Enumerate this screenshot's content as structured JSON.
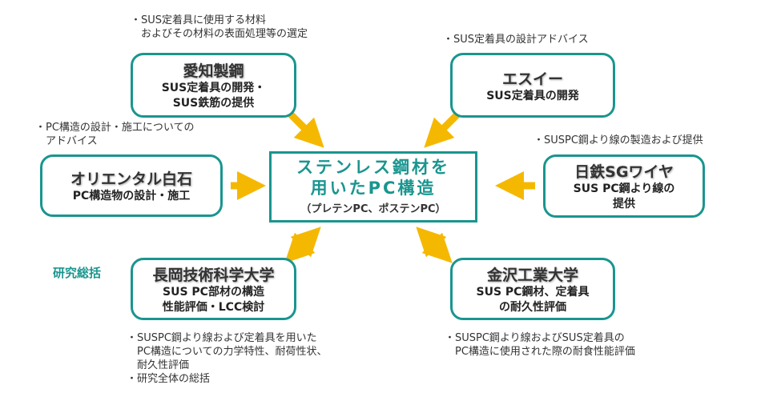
{
  "center": {
    "title1": "ステンレス鋼材を",
    "title2": "用いたPC構造",
    "sub": "（プレテンPC、ポステンPC）"
  },
  "nodes": {
    "aichi": {
      "name": "愛知製鋼",
      "desc1": "SUS定着具の開発・",
      "desc2": "SUS鉄筋の提供"
    },
    "esui": {
      "name": "エスイー",
      "desc1": "SUS定着具の開発"
    },
    "oriental": {
      "name": "オリエンタル白石",
      "desc1": "PC構造物の設計・施工"
    },
    "nittetsu": {
      "name": "日鉄SGワイヤ",
      "desc1": "SUS PC鋼より線の",
      "desc2": "提供"
    },
    "nagaoka": {
      "name": "長岡技術科学大学",
      "desc1": "SUS PC部材の構造",
      "desc2": "性能評価・LCC検討"
    },
    "kanazawa": {
      "name": "金沢工業大学",
      "desc1": "SUS PC鋼材、定着具",
      "desc2": "の耐久性評価"
    }
  },
  "label_summary": "研究総括",
  "notes": {
    "aichi": "・SUS定着具に使用する材料\n　およびその材料の表面処理等の選定",
    "esui": "・SUS定着具の設計アドバイス",
    "oriental": "・PC構造の設計・施工についての\n　アドバイス",
    "nittetsu": "・SUSPC鋼より線の製造および提供",
    "nagaoka": "・SUSPC鋼より線および定着具を用いた\n　PC構造についての力学特性、耐荷性状、\n　耐久性評価\n・研究全体の総括",
    "kanazawa": "・SUSPC鋼より線およびSUS定着具の\n　PC構造に使用された際の耐食性能評価"
  },
  "colors": {
    "teal": "#1a958f",
    "arrow": "#f5b800"
  }
}
